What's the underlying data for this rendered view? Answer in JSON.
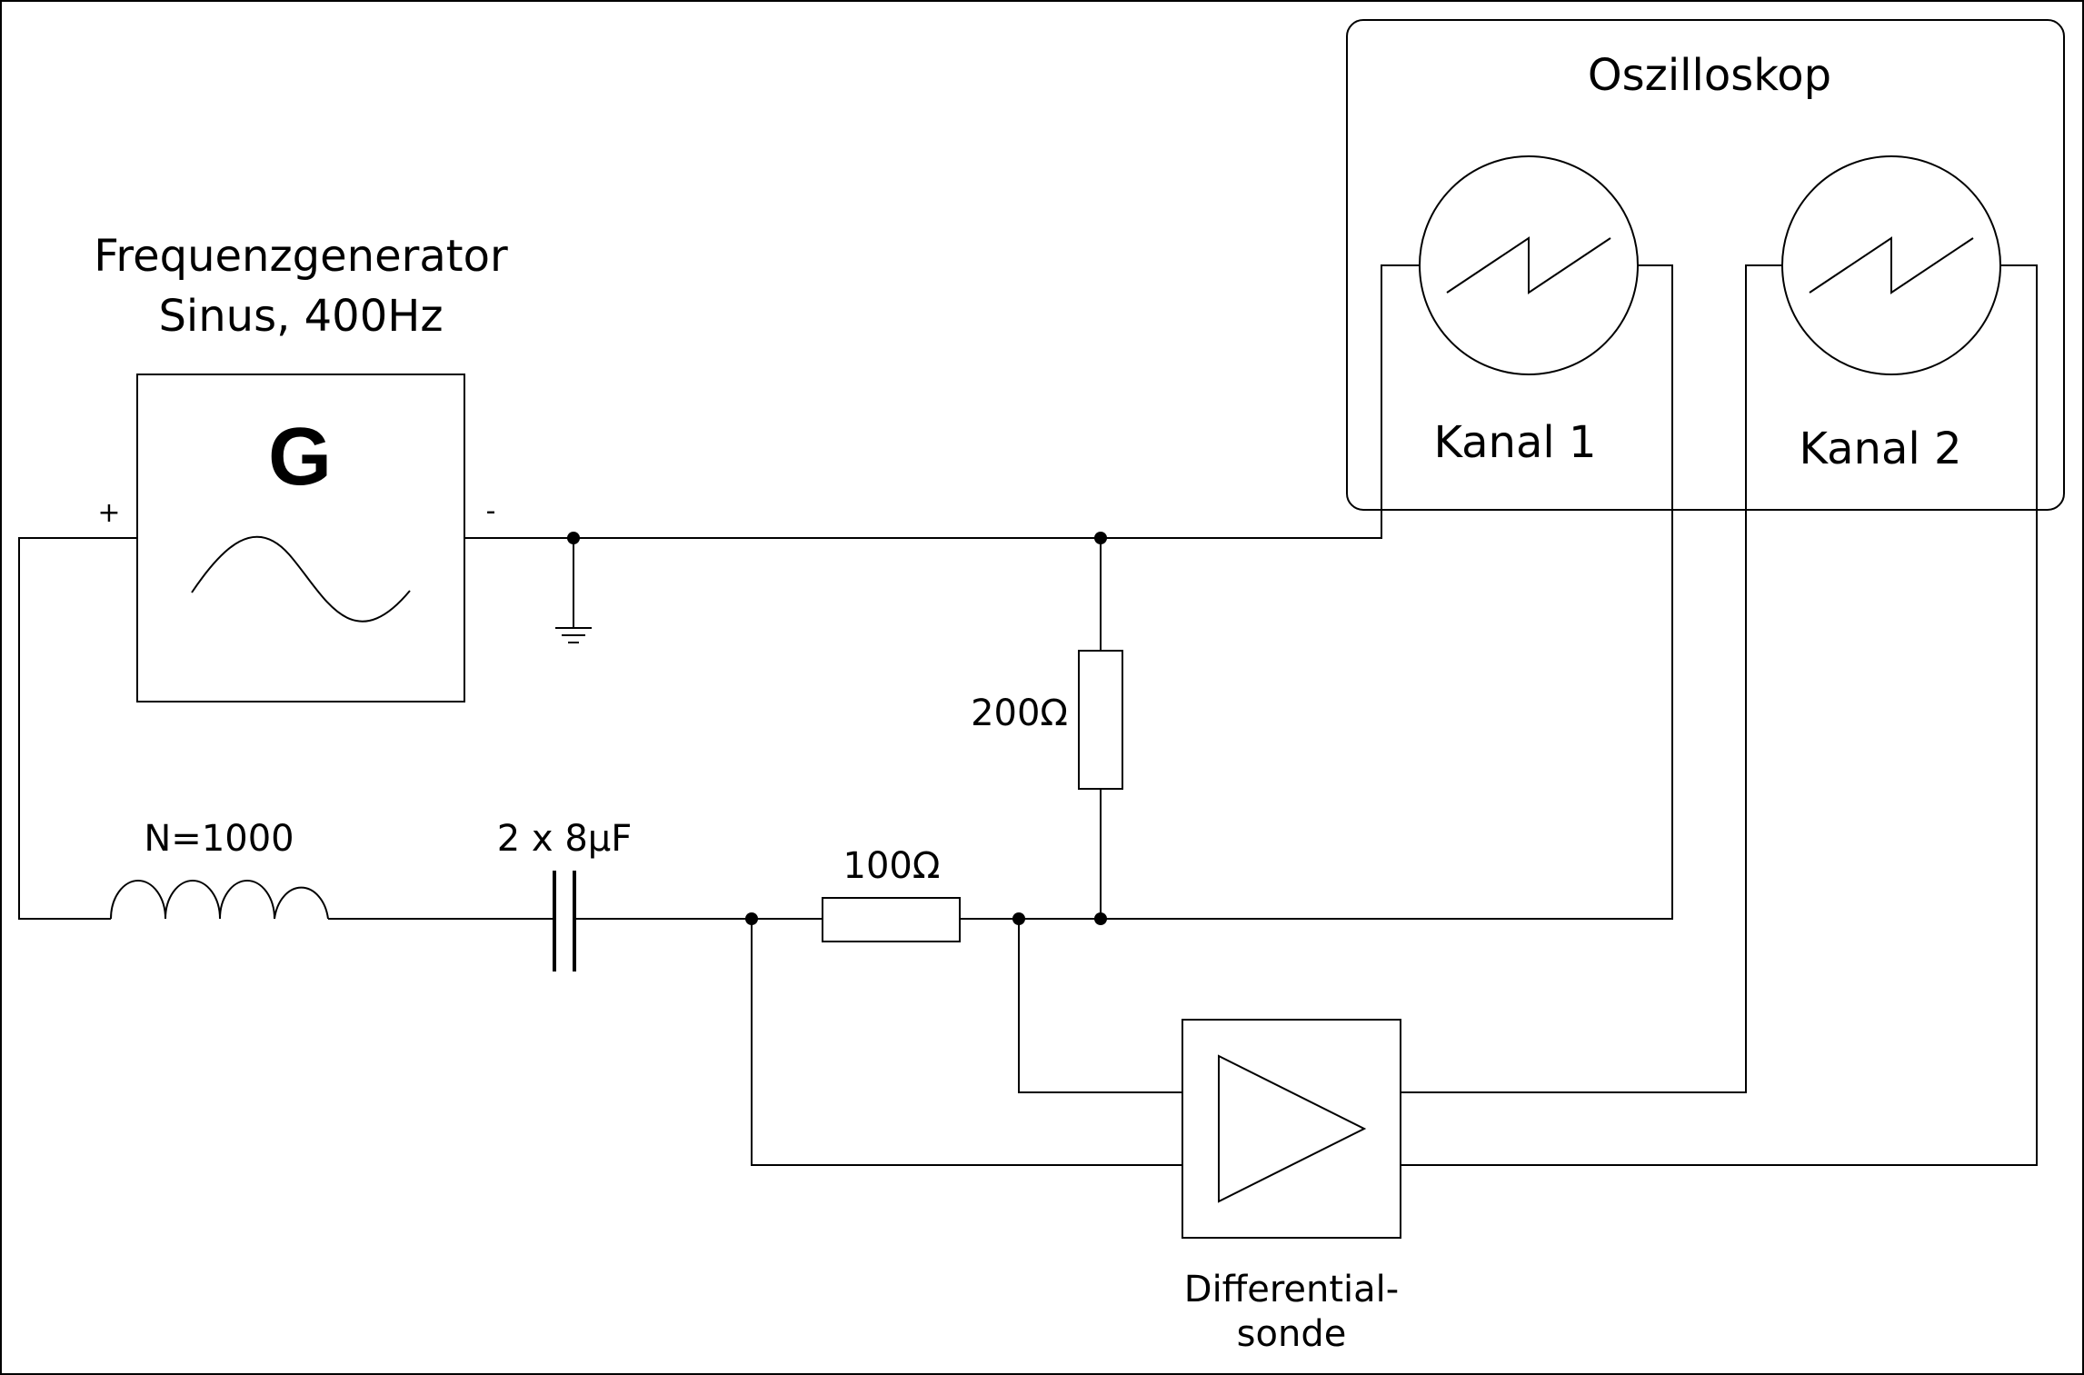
{
  "generator": {
    "title_line1": "Frequenzgenerator",
    "title_line2": "Sinus, 400Hz",
    "symbol": "G",
    "plus_label": "+",
    "minus_label": "-",
    "waveform_icon": "sine-wave-icon"
  },
  "oscilloscope": {
    "title": "Oszilloskop",
    "channel1_label": "Kanal 1",
    "channel2_label": "Kanal 2",
    "channel_icon": "sawtooth-wave-icon"
  },
  "components": {
    "inductor_label": "N=1000",
    "capacitor_label": "2 x 8µF",
    "resistor_100_label": "100Ω",
    "resistor_200_label": "200Ω",
    "probe_line1": "Differential-",
    "probe_line2": "sonde",
    "ground_icon": "ground-icon",
    "amplifier_icon": "amplifier-triangle-icon"
  }
}
